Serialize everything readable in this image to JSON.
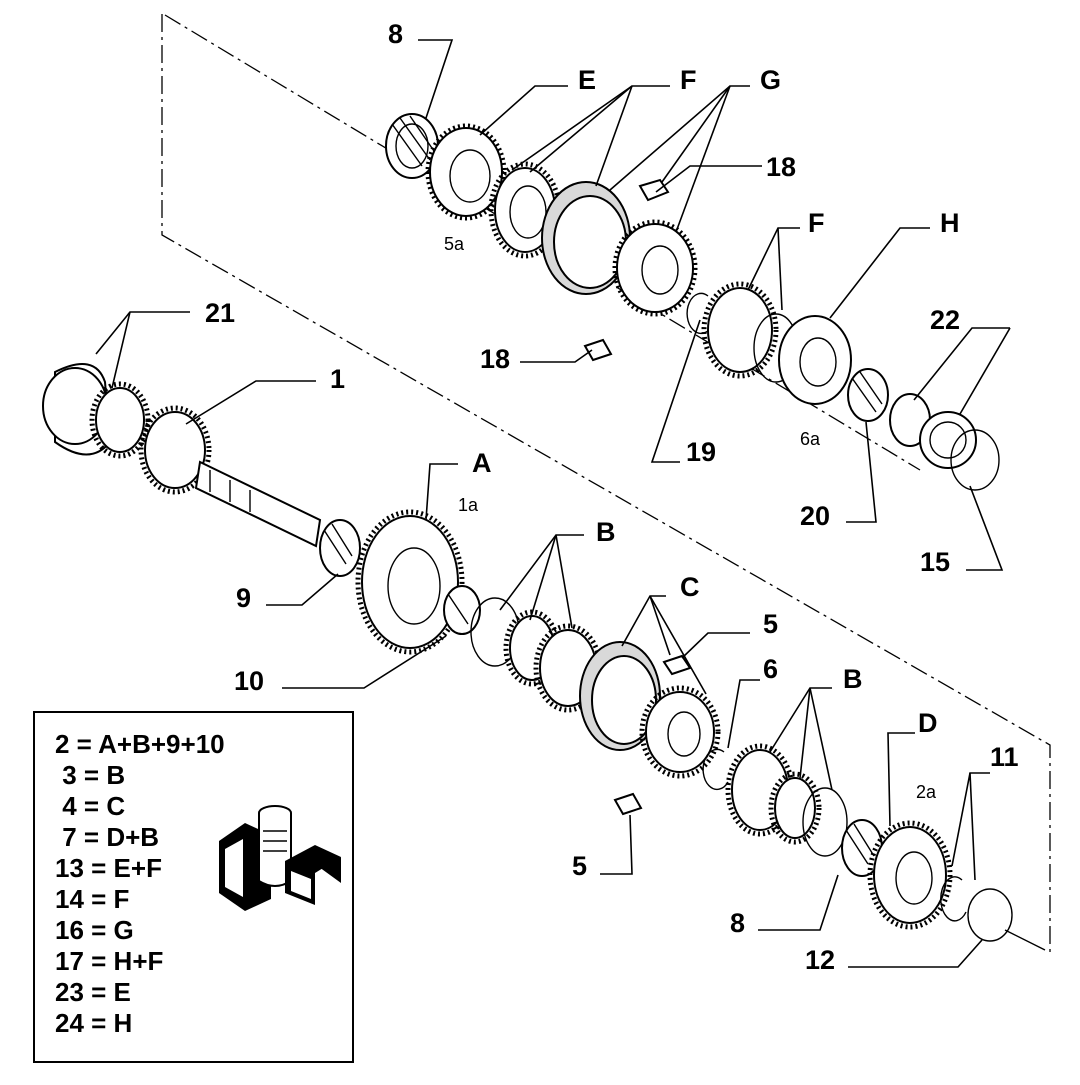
{
  "part_labels": {
    "top_8": "8",
    "top_E": "E",
    "top_F": "F",
    "top_G": "G",
    "top_18a": "18",
    "sub_5a": "5a",
    "mid_F": "F",
    "mid_H": "H",
    "label_18b": "18",
    "label_19": "19",
    "sub_6a": "6a",
    "label_22": "22",
    "label_20": "20",
    "label_15": "15",
    "label_21": "21",
    "label_1": "1",
    "label_A": "A",
    "sub_1a": "1a",
    "label_9": "9",
    "label_B1": "B",
    "label_C": "C",
    "label_10": "10",
    "label_5a": "5",
    "label_6": "6",
    "label_B2": "B",
    "label_D": "D",
    "sub_2a": "2a",
    "label_11": "11",
    "label_5b": "5",
    "label_8b": "8",
    "label_12": "12"
  },
  "legend": [
    {
      "text": "2 = A+B+9+10"
    },
    {
      "text": " 3 = B"
    },
    {
      "text": " 4 = C"
    },
    {
      "text": " 7 = D+B"
    },
    {
      "text": "13 = E+F"
    },
    {
      "text": "14 = F"
    },
    {
      "text": "16 = G"
    },
    {
      "text": "17 = H+F"
    },
    {
      "text": "23 = E"
    },
    {
      "text": "24 = H"
    }
  ]
}
